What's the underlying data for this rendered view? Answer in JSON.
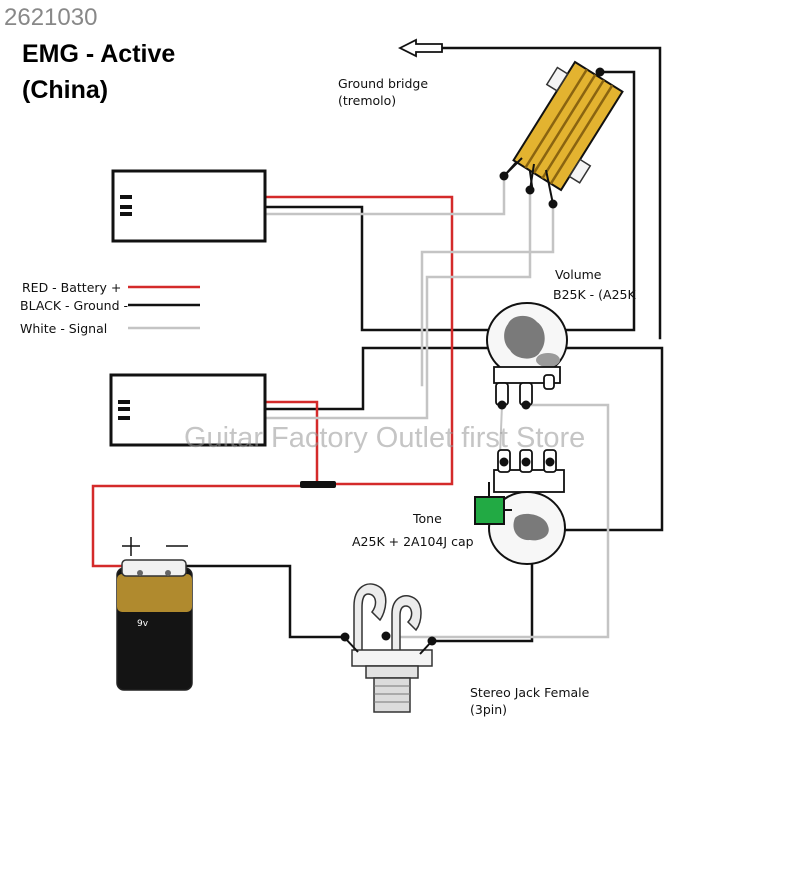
{
  "diagram": {
    "id_number": "2621030",
    "title_line1": "EMG - Active",
    "title_line2": "(China)",
    "watermark": "Guitar Factory Outlet first Store",
    "ground_bridge": {
      "line1": "Ground bridge",
      "line2": "(tremolo)"
    },
    "volume": {
      "line1": "Volume",
      "line2": "B25K  - (A25K"
    },
    "tone": {
      "line1": "Tone",
      "line2": "A25K + 2A104J cap"
    },
    "jack": {
      "line1": "Stereo Jack Female",
      "line2": "(3pin)"
    },
    "battery": {
      "label": "9v",
      "plus": "+",
      "minus": "—"
    },
    "legend": [
      {
        "label": "RED - Battery +",
        "color": "#d42a2a"
      },
      {
        "label": "BLACK - Ground -",
        "color": "#111111"
      },
      {
        "label": "White - Signal",
        "color": "#c4c4c4"
      }
    ],
    "colors": {
      "red_wire": "#d42a2a",
      "black_wire": "#111111",
      "white_wire": "#c4c4c4",
      "bridge_gold": "#e3b330",
      "pot_gray": "#7a7a7a",
      "capacitor": "#22aa44",
      "battery_gold": "#b08a2e"
    }
  }
}
